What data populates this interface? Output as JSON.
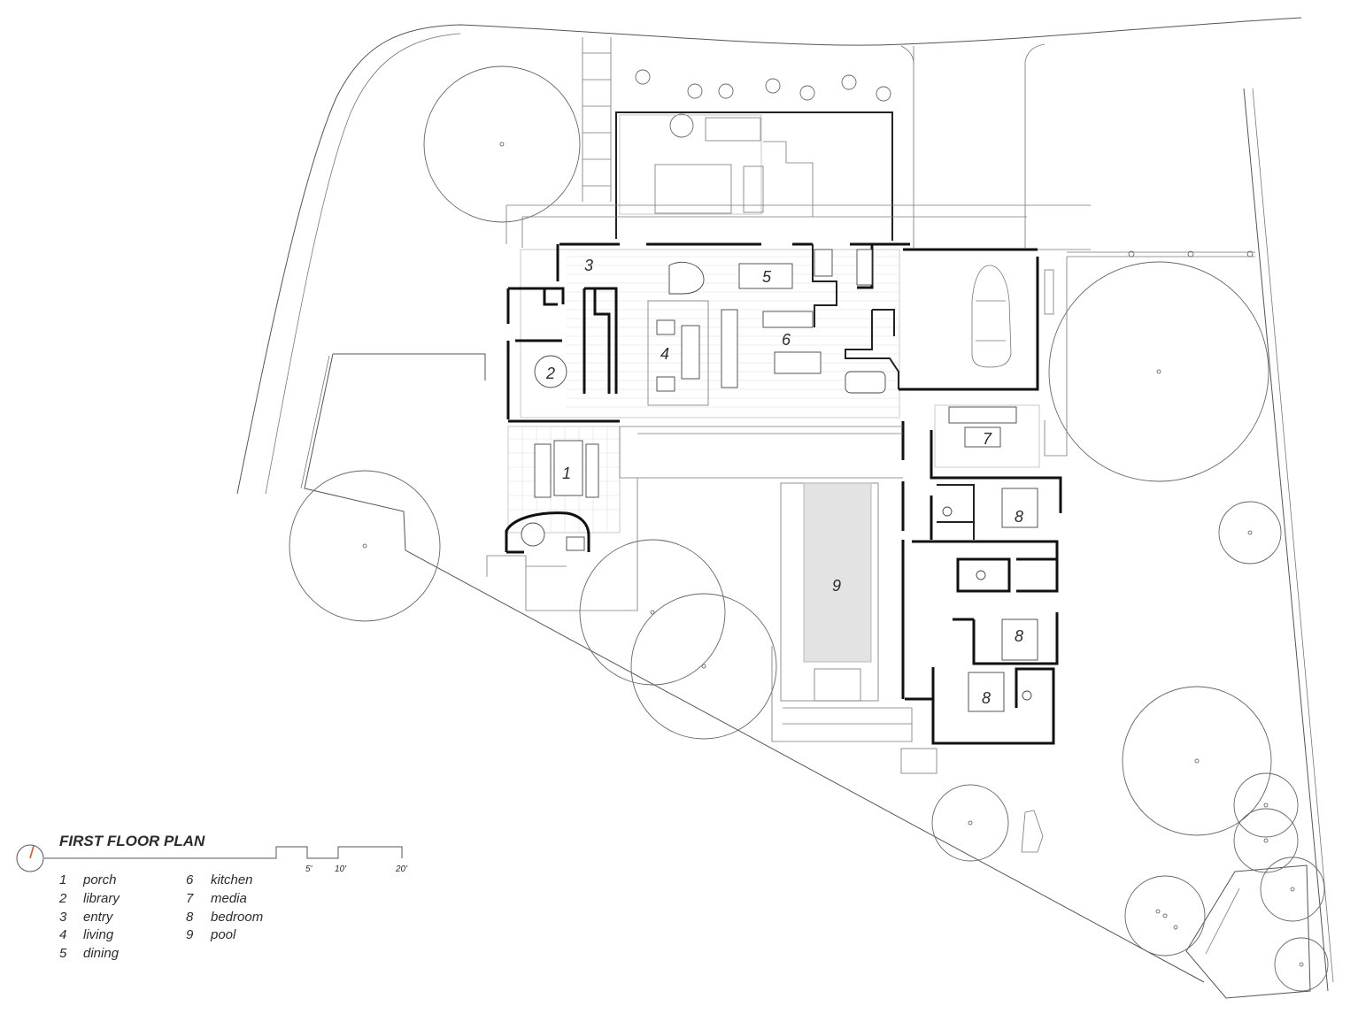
{
  "title": "FIRST FLOOR PLAN",
  "scale_bar": {
    "ticks": [
      "5'",
      "10'",
      "20'"
    ]
  },
  "legend_col1": [
    {
      "num": "1",
      "name": "porch"
    },
    {
      "num": "2",
      "name": "library"
    },
    {
      "num": "3",
      "name": "entry"
    },
    {
      "num": "4",
      "name": "living"
    },
    {
      "num": "5",
      "name": "dining"
    }
  ],
  "legend_col2": [
    {
      "num": "6",
      "name": "kitchen"
    },
    {
      "num": "7",
      "name": "media"
    },
    {
      "num": "8",
      "name": "bedroom"
    },
    {
      "num": "9",
      "name": "pool"
    }
  ],
  "room_labels": {
    "porch": "1",
    "library": "2",
    "entry": "3",
    "living": "4",
    "dining": "5",
    "kitchen": "6",
    "media": "7",
    "bedroom_a": "8",
    "bedroom_b": "8",
    "bedroom_c": "8",
    "pool": "9"
  },
  "colors": {
    "north_arrow": "#e0571f",
    "pool_fill": "#e3e3e3"
  }
}
